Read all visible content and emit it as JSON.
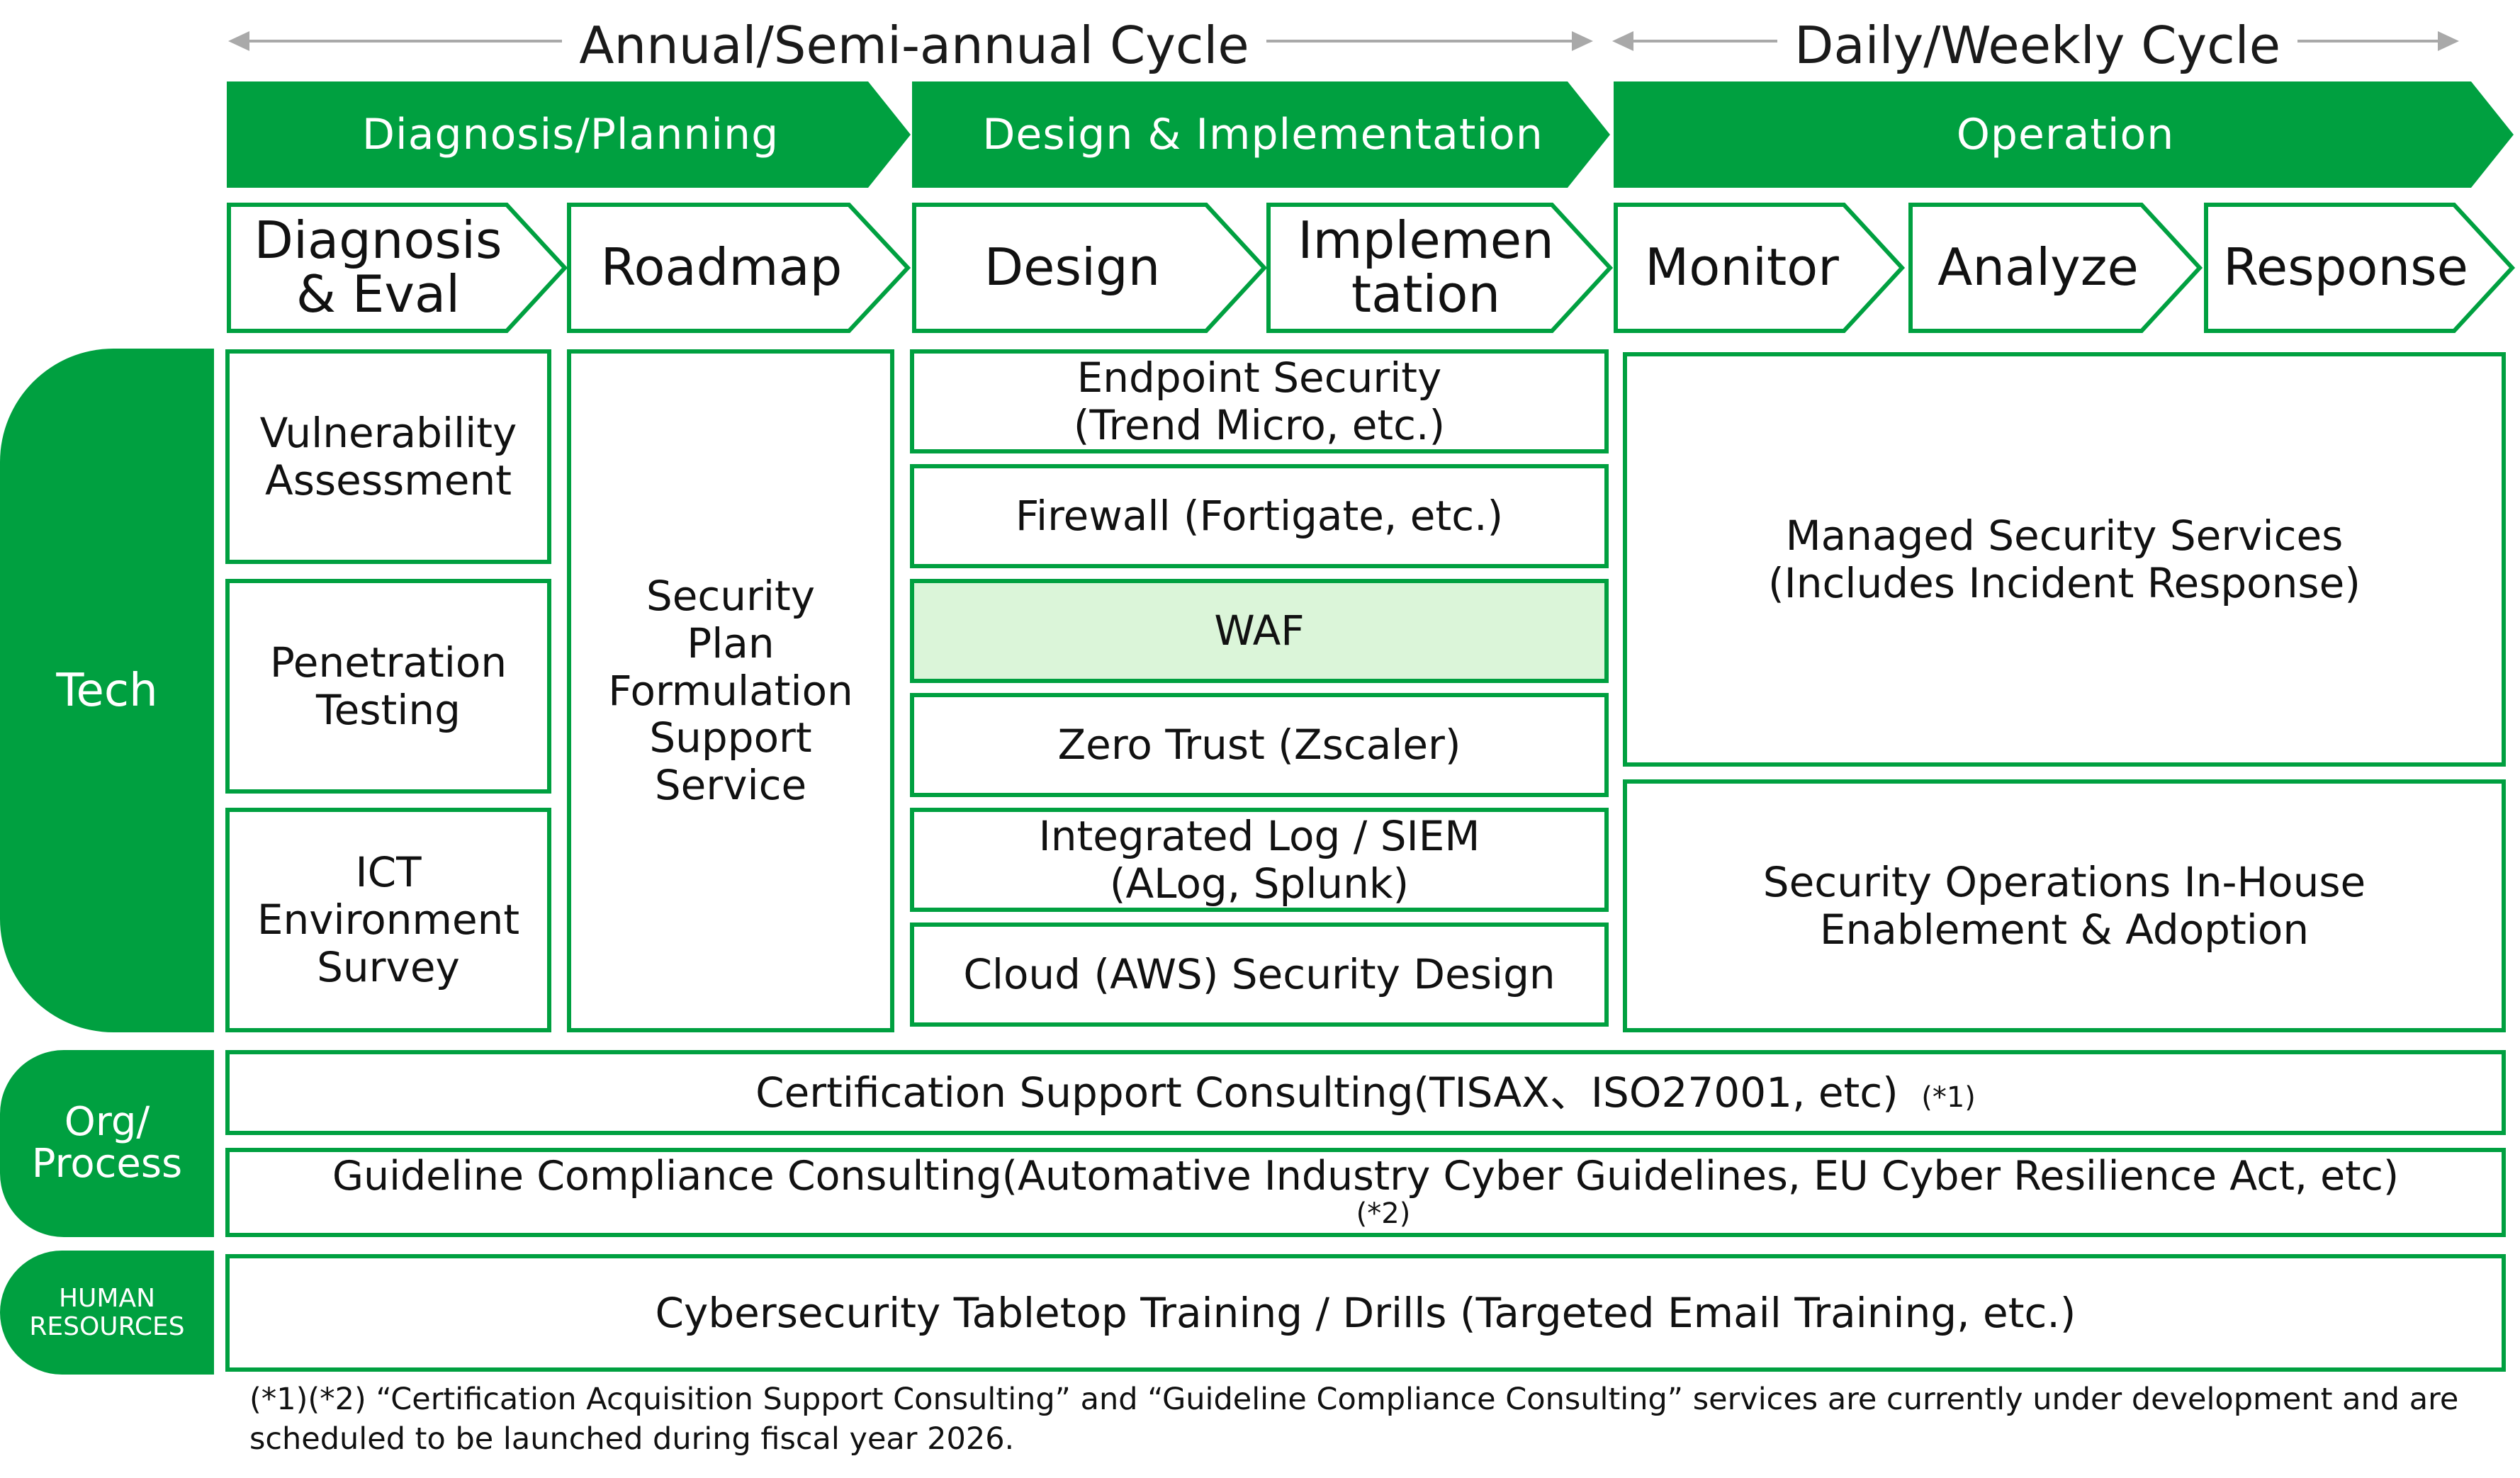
{
  "cycles": {
    "annual": "Annual/Semi-annual Cycle",
    "daily": "Daily/Weekly Cycle"
  },
  "phases": {
    "diagnosis": "Diagnosis/Planning",
    "design": "Design & Implementation",
    "operation": "Operation"
  },
  "steps": {
    "diag_l1": "Diagnosis",
    "diag_l2": "& Eval",
    "roadmap": "Roadmap",
    "design": "Design",
    "impl_l1": "Implemen",
    "impl_l2": "tation",
    "monitor": "Monitor",
    "analyze": "Analyze",
    "response": "Response"
  },
  "categories": {
    "tech": "Tech",
    "org_l1": "Org/",
    "org_l2": "Process",
    "hr_l1": "HUMAN",
    "hr_l2": "RESOURCES"
  },
  "tech": {
    "vuln_l1": "Vulnerability",
    "vuln_l2": "Assessment",
    "pen_l1": "Penetration",
    "pen_l2": "Testing",
    "ict_l1": "ICT",
    "ict_l2": "Environment",
    "ict_l3": "Survey",
    "plan_l1": "Security",
    "plan_l2": "Plan",
    "plan_l3": "Formulation",
    "plan_l4": "Support",
    "plan_l5": "Service",
    "endpoint_l1": "Endpoint Security",
    "endpoint_l2": "(Trend Micro, etc.)",
    "firewall": "Firewall (Fortigate, etc.)",
    "waf": "WAF",
    "zerotrust": "Zero Trust (Zscaler)",
    "siem_l1": "Integrated Log / SIEM",
    "siem_l2": "(ALog, Splunk)",
    "cloud": "Cloud (AWS) Security Design",
    "mss_l1": "Managed Security Services",
    "mss_l2": "(Includes Incident Response)",
    "secops_l1": "Security Operations In-House",
    "secops_l2": "Enablement & Adoption"
  },
  "org": {
    "cert": "Certification Support Consulting(TISAX、ISO27001, etc)",
    "cert_note": "(*1)",
    "guide": "Guideline Compliance Consulting(Automative Industry Cyber Guidelines, EU Cyber Resilience Act, etc)",
    "guide_note": "(*2)"
  },
  "hr": {
    "training": "Cybersecurity Tabletop Training / Drills (Targeted Email Training, etc.)"
  },
  "footnote": {
    "l1": "(*1)(*2) “Certification Acquisition Support Consulting” and “Guideline Compliance Consulting” services are currently under development and are",
    "l2": "scheduled to be launched during fiscal year 2026."
  },
  "colors": {
    "green": "#00a040",
    "light_green": "#dbf5d9",
    "arrow_gray": "#a9a9a9"
  }
}
